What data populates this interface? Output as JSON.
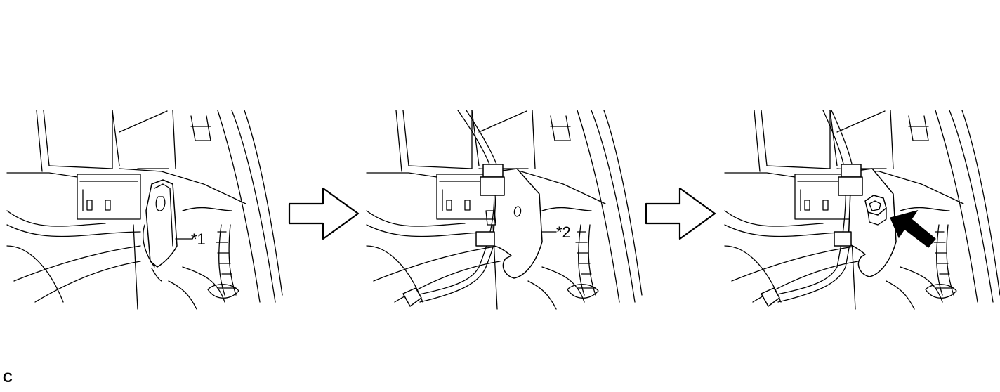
{
  "panels": [
    {
      "id": "step-1",
      "callout": "*1"
    },
    {
      "id": "step-2",
      "callout": "*2"
    },
    {
      "id": "step-3",
      "callout": ""
    }
  ],
  "corner_code": "C",
  "colors": {
    "ink": "#000000",
    "paper": "#ffffff"
  },
  "icons": [
    "hollow-arrow-right-icon",
    "solid-arrow-icon",
    "bolt-icon"
  ]
}
